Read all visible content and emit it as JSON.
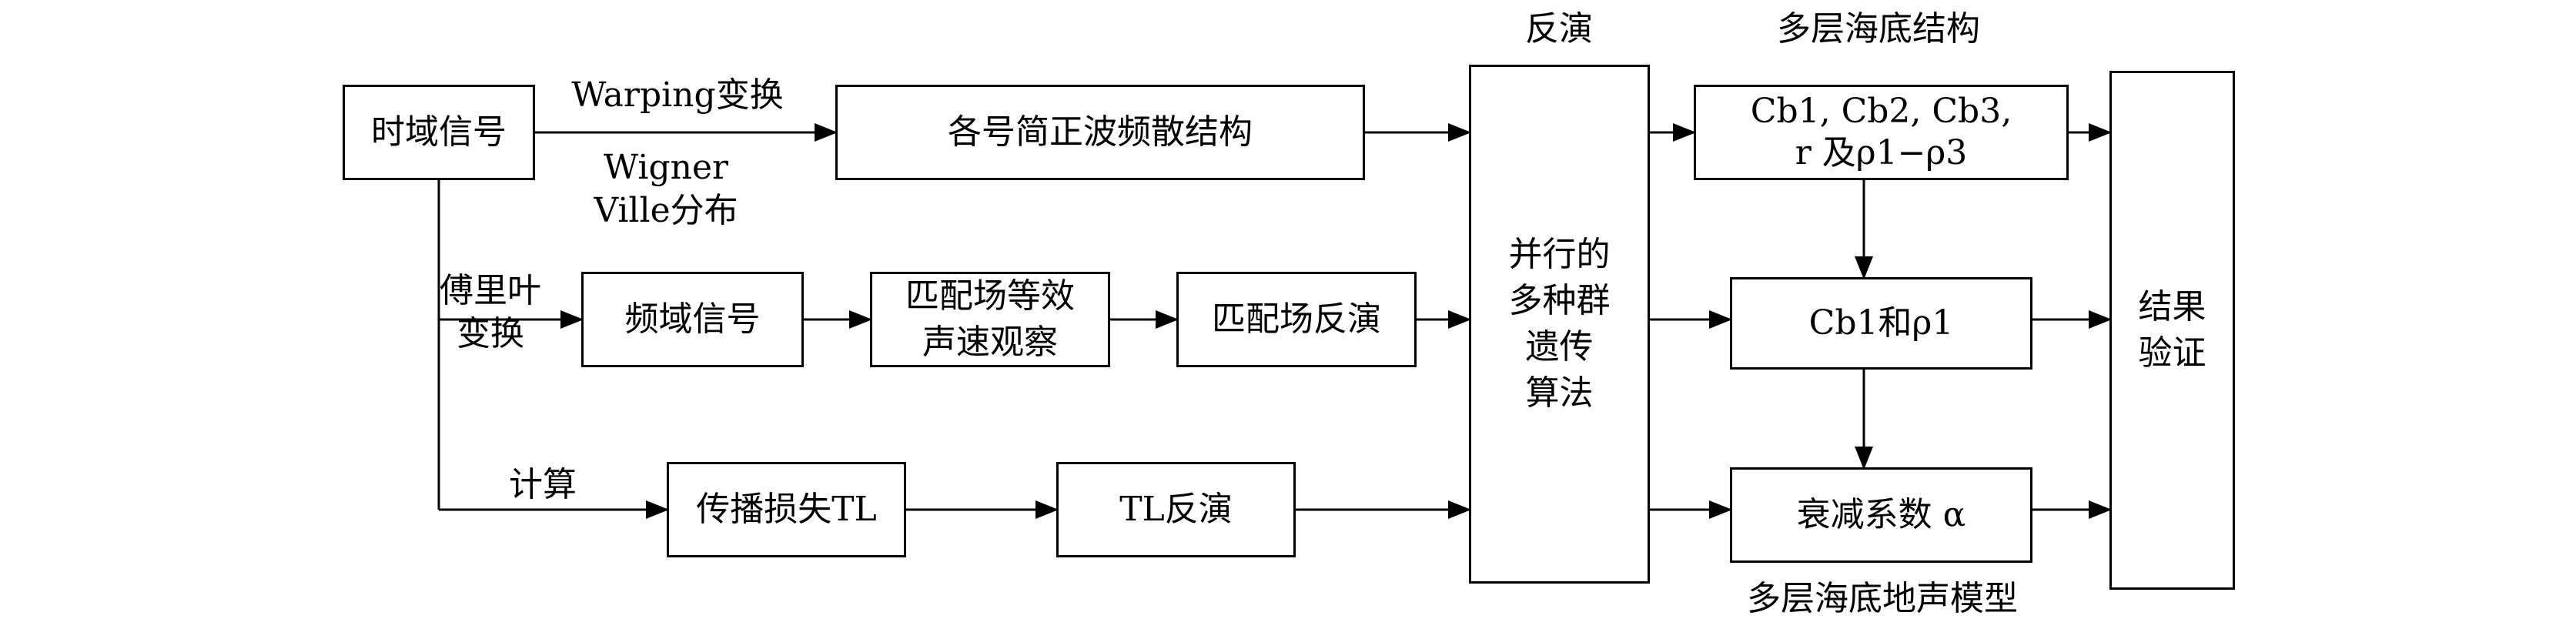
{
  "boxes": {
    "time_signal": "时域信号",
    "modal_dispersion": "各号简正波频散结构",
    "freq_signal": "频域信号",
    "mfp_observation": "匹配场等效\n声速观察",
    "mfp_inversion": "匹配场反演",
    "tl_calc": "传播损失TL",
    "tl_inversion": "TL反演",
    "parallel_ga": "并行的\n多种群\n遗传\n算法",
    "params_all": "Cb1, Cb2, Cb3,\nr 及ρ1−ρ3",
    "params_cb1": "Cb1和ρ1",
    "attenuation": "衰减系数 α",
    "verify": "结果\n验证"
  },
  "labels": {
    "warping": "Warping变换",
    "wigner": "Wigner\nVille分布",
    "fourier": "傅里叶\n变换",
    "compute": "计算",
    "inversion_header": "反演",
    "multilayer_structure": "多层海底结构",
    "multilayer_model": "多层海底地声模型"
  }
}
